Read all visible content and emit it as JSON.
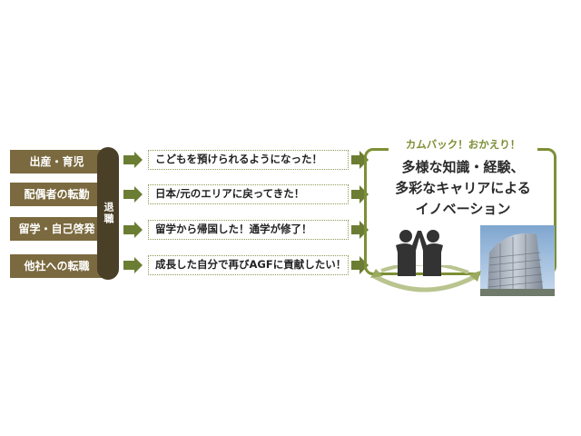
{
  "reasons": [
    {
      "label": "出産・育児"
    },
    {
      "label": "配偶者の転勤"
    },
    {
      "label": "留学・自己啓発"
    },
    {
      "label": "他社への転職"
    }
  ],
  "retirement_label": "退職",
  "messages": [
    {
      "text": "こどもを預けられるようになった！"
    },
    {
      "text": "日本/元のエリアに戻ってきた！"
    },
    {
      "text": "留学から帰国した！通学が修了！"
    },
    {
      "text": "成長した自分で再びAGFに貢献したい！"
    }
  ],
  "panel": {
    "tag": "カムバック！おかえり！",
    "headline_lines": [
      "多様な知識・経験、",
      "多彩なキャリアによる",
      "イノベーション"
    ]
  },
  "colors": {
    "reason_bg": "#7b6a3f",
    "retirement_bg": "#4a3f27",
    "accent_green": "#7d8f35",
    "arrow": "#6b7d33"
  },
  "icons": {
    "people": "handshake-people-icon",
    "building": "office-building-photo",
    "cycle": "circular-arrows-icon"
  }
}
